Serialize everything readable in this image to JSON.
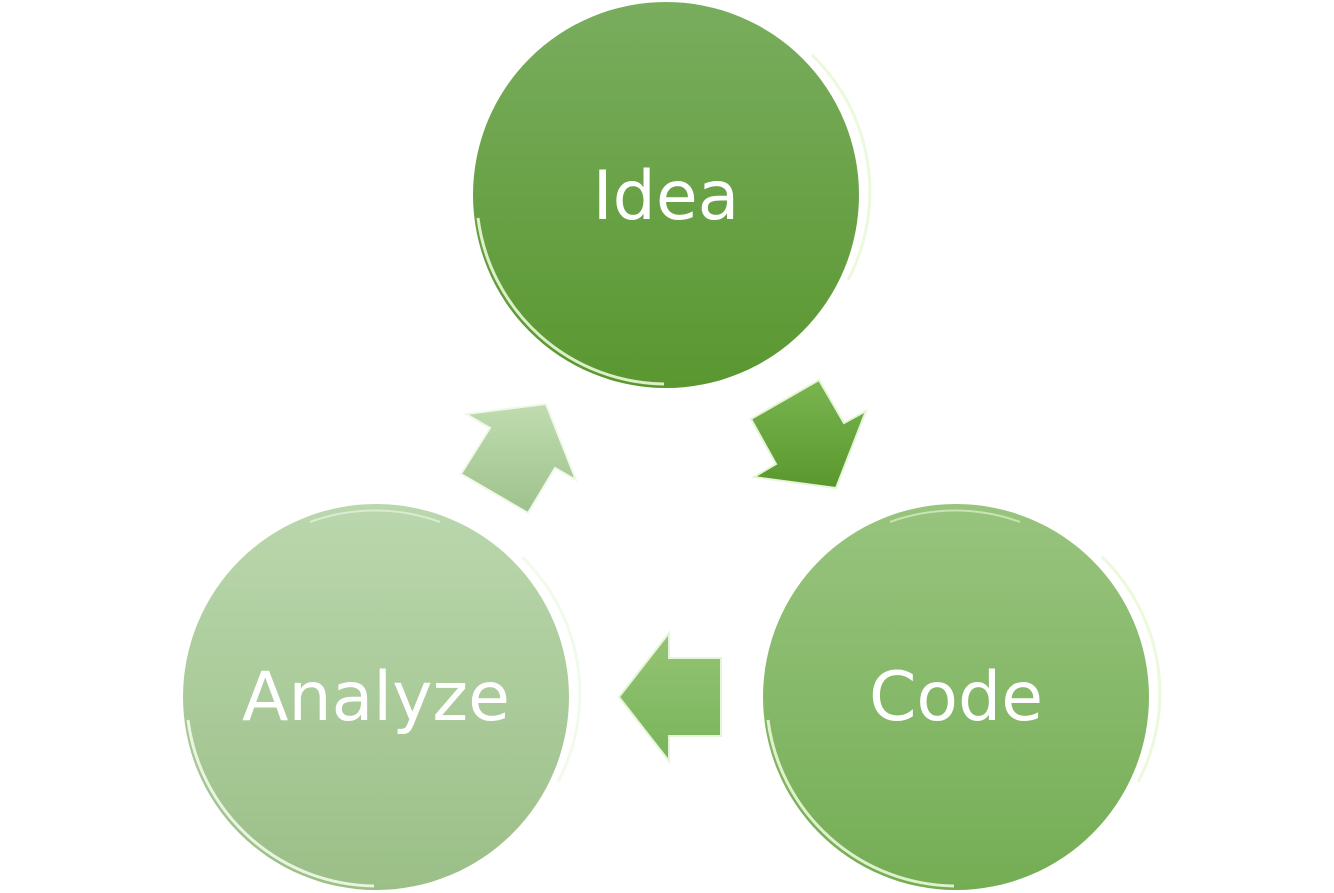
{
  "nodes": [
    {
      "id": "idea",
      "label": "Idea",
      "color_top": "#79ad5e",
      "color_bottom": "#5a9730"
    },
    {
      "id": "code",
      "label": "Code",
      "color_top": "#98c47e",
      "color_bottom": "#74ad54"
    },
    {
      "id": "analyze",
      "label": "Analyze",
      "color_top": "#bad7ad",
      "color_bottom": "#9bbf87"
    }
  ],
  "edges": [
    {
      "from": "idea",
      "to": "code"
    },
    {
      "from": "code",
      "to": "analyze"
    },
    {
      "from": "analyze",
      "to": "idea"
    }
  ]
}
